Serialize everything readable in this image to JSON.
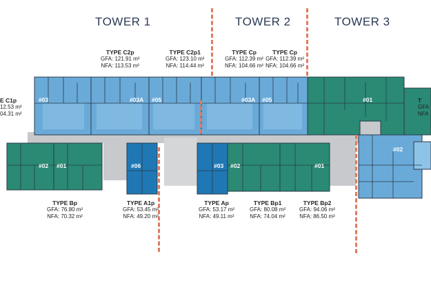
{
  "towers": {
    "t1": "TOWER 1",
    "t2": "TOWER 2",
    "t3": "TOWER 3"
  },
  "unit_labels": {
    "c1p": {
      "type": "E C1p",
      "gfa": "12.53 m²",
      "nfa": "04.31 m²"
    },
    "c2p": {
      "type": "TYPE C2p",
      "gfa": "GFA: 121.91 m²",
      "nfa": "NFA: 113.53 m²"
    },
    "c2p1": {
      "type": "TYPE C2p1",
      "gfa": "GFA: 123.10 m²",
      "nfa": "NFA: 114.44 m²"
    },
    "cp_a": {
      "type": "TYPE Cp",
      "gfa": "GFA: 112.39 m²",
      "nfa": "NFA: 104.66 m²"
    },
    "cp_b": {
      "type": "TYPE Cp",
      "gfa": "GFA: 112.39 m²",
      "nfa": "NFA: 104.66 m²"
    },
    "t3_right": {
      "type": "T",
      "gfa": "GFA",
      "nfa": "NFA"
    },
    "bp": {
      "type": "TYPE Bp",
      "gfa": "GFA: 76.80 m²",
      "nfa": "NFA: 70.32 m²"
    },
    "a1p": {
      "type": "TYPE A1p",
      "gfa": "GFA: 53.45 m²",
      "nfa": "NFA: 49.20 m²"
    },
    "ap": {
      "type": "TYPE Ap",
      "gfa": "GFA: 53.17 m²",
      "nfa": "NFA: 49.11 m²"
    },
    "bp1": {
      "type": "TYPE Bp1",
      "gfa": "GFA: 80.08 m²",
      "nfa": "NFA: 74.04 m²"
    },
    "bp2": {
      "type": "TYPE Bp2",
      "gfa": "GFA: 94.06 m²",
      "nfa": "NFA: 86.50 m²"
    }
  },
  "unit_ids": {
    "t1_03": "#03",
    "t1_03a": "#03A",
    "t1_05": "#05",
    "t2_03a": "#03A",
    "t2_05": "#05",
    "t3_01": "#01",
    "t3_02": "#02",
    "t1_02": "#02",
    "t1_01": "#01",
    "t1_06": "#06",
    "t2_03": "#03",
    "t2_02": "#02",
    "t2_01": "#01"
  },
  "colors": {
    "light_blue": "#6aaad8",
    "mid_blue": "#1f78b4",
    "teal_green": "#2a8a74",
    "dark_teal": "#1e6e6a",
    "sky": "#8ec3e8",
    "corridor": "#c7c9cc",
    "divider": "#e07a5f",
    "wall": "#2a3a4a"
  }
}
